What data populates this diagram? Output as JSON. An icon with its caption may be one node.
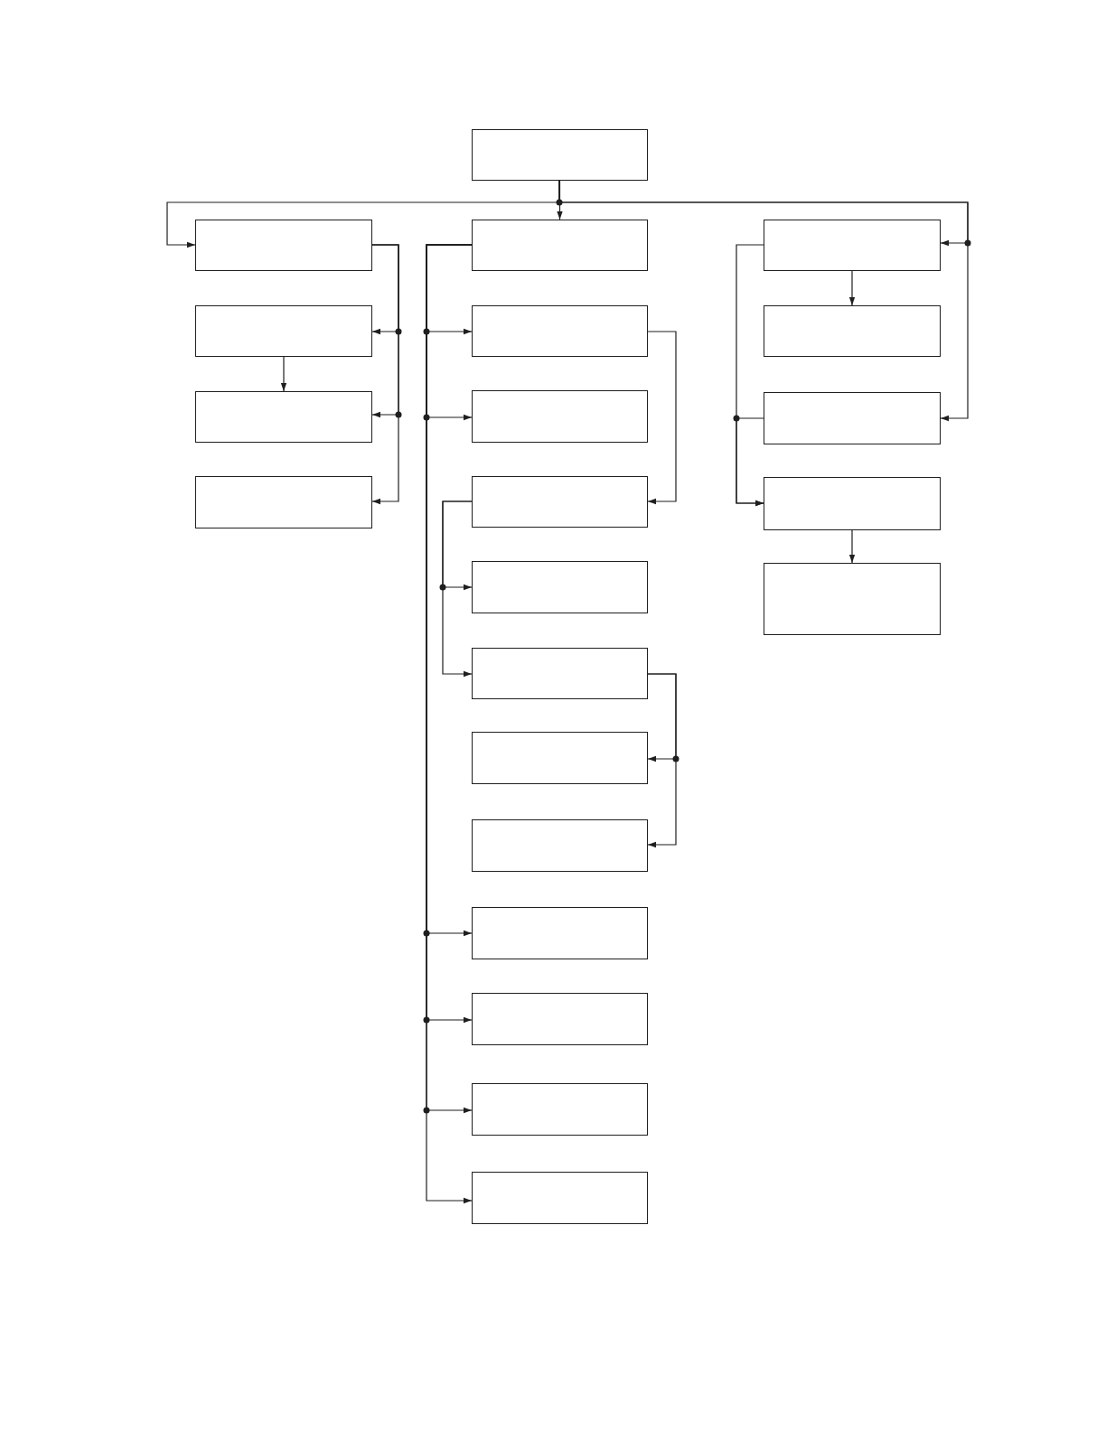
{
  "diagram": {
    "nodes": [
      {
        "text": [],
        "shape": "box"
      },
      {
        "text": [],
        "shape": "box"
      },
      {
        "text": [],
        "shape": "box"
      },
      {
        "text": [],
        "shape": "box"
      },
      {
        "text": [],
        "shape": "box"
      },
      {
        "text": [],
        "shape": "box"
      },
      {
        "text": [],
        "shape": "box"
      },
      {
        "text": [],
        "shape": "box"
      },
      {
        "text": [],
        "shape": "box"
      },
      {
        "text": [],
        "shape": "box"
      },
      {
        "text": [],
        "shape": "box"
      },
      {
        "text": [],
        "shape": "box"
      },
      {
        "text": [],
        "shape": "box"
      },
      {
        "text": [],
        "shape": "box"
      },
      {
        "text": [],
        "shape": "box"
      },
      {
        "text": [],
        "shape": "box"
      },
      {
        "text": [],
        "shape": "box"
      },
      {
        "text": [],
        "shape": "box"
      },
      {
        "text": [],
        "shape": "box"
      },
      {
        "text": [],
        "shape": "box"
      },
      {
        "text": [],
        "shape": "box"
      },
      {
        "text": [],
        "shape": "box"
      }
    ],
    "edges": [
      {
        "from": 0,
        "to": 5,
        "arrow": "to"
      },
      {
        "from": 0,
        "to": 1,
        "arrow": "to"
      },
      {
        "from": 0,
        "to": 17,
        "arrow": "to"
      },
      {
        "from": 0,
        "to": 19,
        "arrow": "to"
      },
      {
        "from": 1,
        "to": 2,
        "arrow": "to"
      },
      {
        "from": 1,
        "to": 3,
        "arrow": "to"
      },
      {
        "from": 1,
        "to": 4,
        "arrow": "to"
      },
      {
        "from": 2,
        "to": 3,
        "arrow": "to"
      },
      {
        "from": 5,
        "to": 6,
        "arrow": "to"
      },
      {
        "from": 5,
        "to": 7,
        "arrow": "to"
      },
      {
        "from": 5,
        "to": 13,
        "arrow": "to"
      },
      {
        "from": 5,
        "to": 14,
        "arrow": "to"
      },
      {
        "from": 5,
        "to": 15,
        "arrow": "to"
      },
      {
        "from": 5,
        "to": 16,
        "arrow": "to"
      },
      {
        "from": 6,
        "to": 8,
        "arrow": "to"
      },
      {
        "from": 8,
        "to": 9,
        "arrow": "to"
      },
      {
        "from": 8,
        "to": 10,
        "arrow": "to"
      },
      {
        "from": 10,
        "to": 11,
        "arrow": "to"
      },
      {
        "from": 10,
        "to": 12,
        "arrow": "to"
      },
      {
        "from": 17,
        "to": 18,
        "arrow": "to"
      },
      {
        "from": 17,
        "to": 20,
        "arrow": "to"
      },
      {
        "from": 19,
        "to": 20,
        "arrow": "to"
      },
      {
        "from": 20,
        "to": 21,
        "arrow": "to"
      }
    ]
  }
}
